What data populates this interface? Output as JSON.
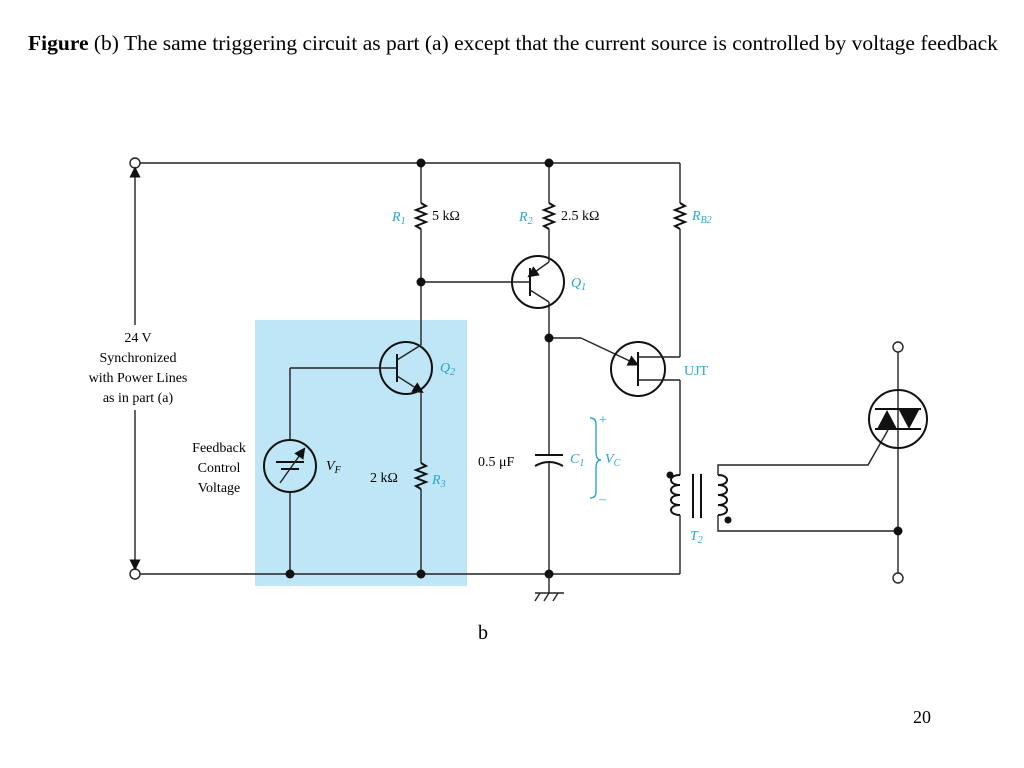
{
  "caption": {
    "bold": "Figure",
    "text": " (b) The same triggering circuit as part (a) except that the current source is controlled by voltage feedback"
  },
  "diagram": {
    "sub_label": "b",
    "highlight_color": "#bfe6f6",
    "accent_color": "#2aa7c9",
    "supply": {
      "line1": "24 V",
      "line2": "Synchronized",
      "line3": "with Power Lines",
      "line4": "as in part (a)"
    },
    "feedback": {
      "line1": "Feedback",
      "line2": "Control",
      "line3": "Voltage"
    },
    "components": {
      "r1_name": "R",
      "r1_sub": "1",
      "r1_value": "5 kΩ",
      "r2_name": "R",
      "r2_sub": "2",
      "r2_value": "2.5 kΩ",
      "rb2_name": "R",
      "rb2_sub": "B2",
      "r3_name": "R",
      "r3_sub": "3",
      "r3_value": "2 kΩ",
      "q1_name": "Q",
      "q1_sub": "1",
      "q2_name": "Q",
      "q2_sub": "2",
      "ujt": "UJT",
      "c1_name": "C",
      "c1_sub": "1",
      "c1_value": "0.5 μF",
      "vc_name": "V",
      "vc_sub": "C",
      "vc_plus": "+",
      "vc_minus": "–",
      "vf_name": "V",
      "vf_sub": "F",
      "t2_name": "T",
      "t2_sub": "2"
    }
  },
  "footer": {
    "slide_number": "20"
  }
}
